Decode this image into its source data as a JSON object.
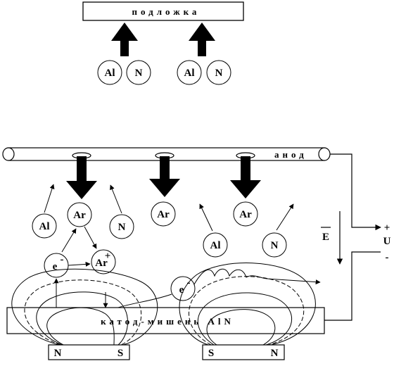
{
  "labels": {
    "substrate": "подложка",
    "anode": "анод",
    "cathode": "катод-мишень AlN",
    "field": "E",
    "voltage": "U",
    "plus": "+",
    "minus": "-"
  },
  "particles": {
    "al": "Al",
    "n": "N",
    "ar": "Ar",
    "ar_ion": "Ar",
    "ion_charge": "+",
    "electron": "e",
    "electron_charge": "-"
  },
  "magnets": {
    "left": [
      "N",
      "S"
    ],
    "right": [
      "S",
      "N"
    ]
  }
}
